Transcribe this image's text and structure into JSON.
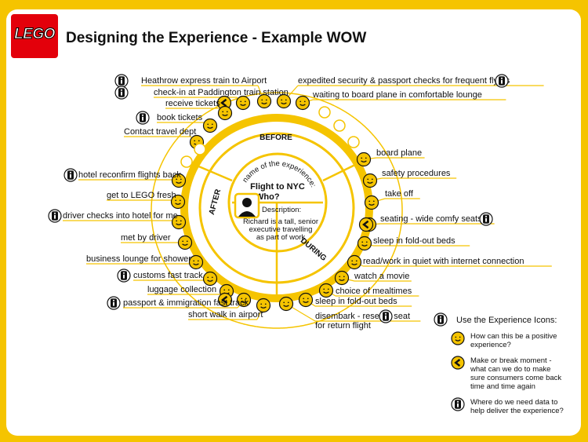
{
  "header": {
    "logo_text": "LEGO",
    "title": "Designing the Experience - Example WOW"
  },
  "colors": {
    "yellow": "#f5c400",
    "red": "#e3000b",
    "ring": "#f5c400"
  },
  "center": {
    "arc_caption": "name of the experience:",
    "experience": "Flight to NYC",
    "who": "Who?",
    "description_label": "Description:",
    "description_lines": [
      "Richard is a tall, senior",
      "executive travelling",
      "as part of work"
    ]
  },
  "phases": {
    "before": "BEFORE",
    "during": "DURING",
    "after": "AFTER"
  },
  "steps": [
    {
      "label": "Heathrow express train to Airport",
      "icon": "smiley",
      "info": true
    },
    {
      "label": "check-in at Paddington train station",
      "icon": "smiley",
      "info": true
    },
    {
      "label": "receive tickets",
      "icon": "smiley",
      "info": false
    },
    {
      "label": "book tickets",
      "icon": "smiley",
      "info": true
    },
    {
      "label": "Contact travel dept",
      "icon": "smiley",
      "info": false
    },
    {
      "label": "hotel reconfirm flights back",
      "icon": "smiley",
      "info": true
    },
    {
      "label": "get to LEGO fresh",
      "icon": "smiley",
      "info": false
    },
    {
      "label": "driver checks into hotel for me",
      "icon": "smiley",
      "info": true
    },
    {
      "label": "met by driver",
      "icon": "smiley",
      "info": false
    },
    {
      "label": "business lounge for shower",
      "icon": "smiley",
      "info": false
    },
    {
      "label": "customs fast track",
      "icon": "smiley",
      "info": true
    },
    {
      "label": "luggage collection",
      "icon": "smiley",
      "info": false
    },
    {
      "label": "passport & immigration fast track",
      "icon": "smiley",
      "info": true
    },
    {
      "label": "short walk in airport",
      "icon": "smiley",
      "info": false
    },
    {
      "label": "expedited security & passport checks for frequent flyers",
      "icon": "smiley",
      "info": true
    },
    {
      "label": "waiting to board plane in comfortable lounge",
      "icon": "smiley",
      "info": false
    },
    {
      "label": "board plane",
      "icon": "smiley",
      "info": false
    },
    {
      "label": "safety procedures",
      "icon": "smiley",
      "info": false
    },
    {
      "label": "take off",
      "icon": "smiley",
      "info": false
    },
    {
      "label": "seating - wide comfy seats",
      "icon": "smiley",
      "info": true
    },
    {
      "label": "sleep in fold-out beds",
      "icon": "smiley",
      "info": false
    },
    {
      "label": "read/work in quiet with internet connection",
      "icon": "smiley",
      "info": false
    },
    {
      "label": "watch a movie",
      "icon": "smiley",
      "info": false
    },
    {
      "label": "choice of mealtimes",
      "icon": "smiley",
      "info": false
    },
    {
      "label": "sleep in fold-out beds",
      "icon": "smiley",
      "info": false
    },
    {
      "label": "disembark - reserve seat",
      "label2": "for return flight",
      "icon": "smiley",
      "info": true
    }
  ],
  "legend": {
    "title": "Use the Experience Icons:",
    "items": [
      {
        "icon": "smiley",
        "text": [
          "How can this be a positive",
          "experience?"
        ]
      },
      {
        "icon": "break-moment",
        "text": [
          "Make or break moment -",
          "what can we do to make",
          "sure consumers come back",
          "time and time again"
        ]
      },
      {
        "icon": "info",
        "text": [
          "Where do we need data to",
          "help deliver the experience?"
        ]
      }
    ]
  }
}
